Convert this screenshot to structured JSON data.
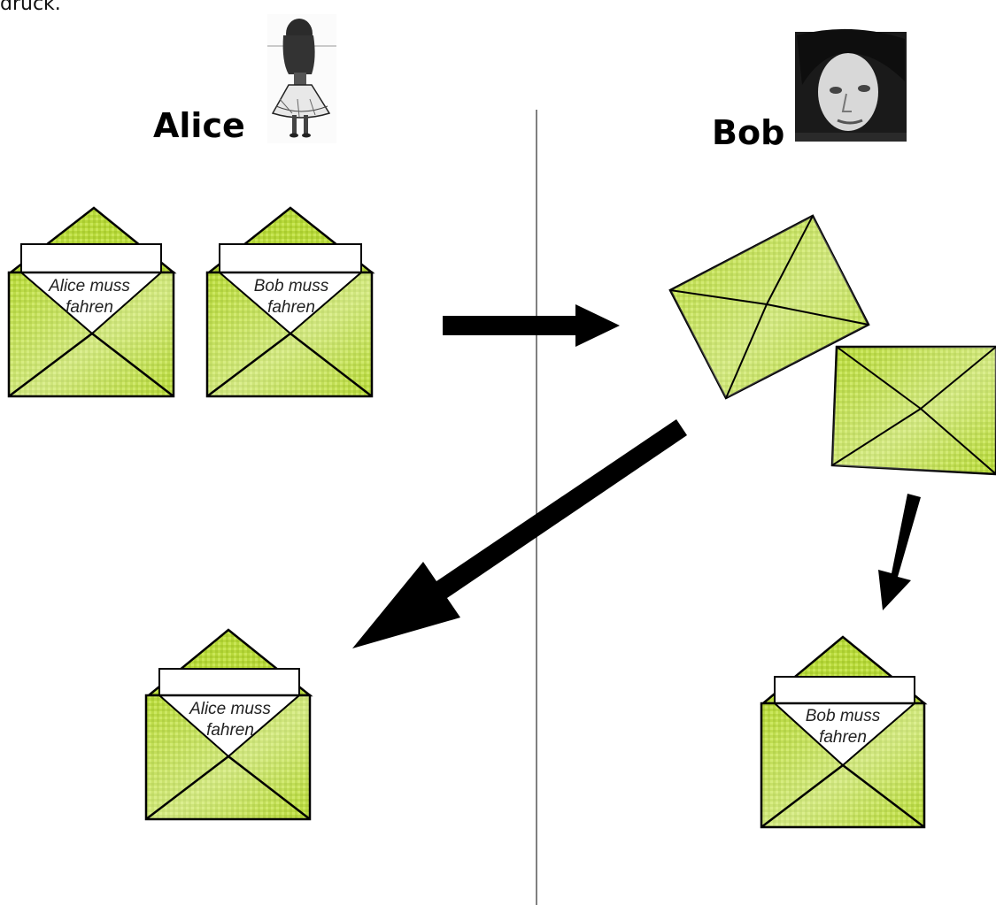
{
  "top_text": "druck.",
  "parties": {
    "left": "Alice",
    "right": "Bob"
  },
  "colors": {
    "envelope_fill": "#b9da3e",
    "envelope_fill_light": "#d7ee7b",
    "line": "#000000"
  },
  "letters": {
    "alice_top": [
      "Alice muss",
      "fahren"
    ],
    "bob_top": [
      "Bob muss",
      "fahren"
    ],
    "alice_bottom": [
      "Alice muss",
      "fahren"
    ],
    "bob_bottom": [
      "Bob muss",
      "fahren"
    ]
  },
  "images": {
    "alice": "alice-illustration",
    "bob": "bob-portrait-photo"
  }
}
